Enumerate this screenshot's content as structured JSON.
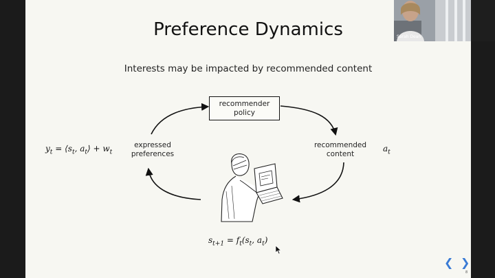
{
  "slide": {
    "title": "Preference Dynamics",
    "subtitle": "Interests may be impacted by recommended content",
    "box_label": "recommender\npolicy",
    "left_label": "expressed\npreferences",
    "right_label": "recommended\ncontent",
    "page_number": "8"
  },
  "equations": {
    "observation_lhs": "y",
    "observation_sub": "t",
    "observation_rhs_1": " = ⟨s",
    "observation_rhs_2": ", a",
    "observation_rhs_3": "⟩ + w",
    "action": "a",
    "action_sub": "t",
    "dynamics_lhs": "s",
    "dynamics_lhs_sub": "t+1",
    "dynamics_rhs_1": " = f",
    "dynamics_rhs_2": "(s",
    "dynamics_rhs_3": ", a",
    "dynamics_rhs_4": ")"
  },
  "navigation": {
    "prev_symbol": "❮",
    "next_symbol": "❯"
  },
  "webcam": {
    "participant_name": "Sarah Dean"
  },
  "colors": {
    "slide_background": "#f7f7f2",
    "frame": "#1b1b1b",
    "nav_accent": "#3a7bd5"
  }
}
